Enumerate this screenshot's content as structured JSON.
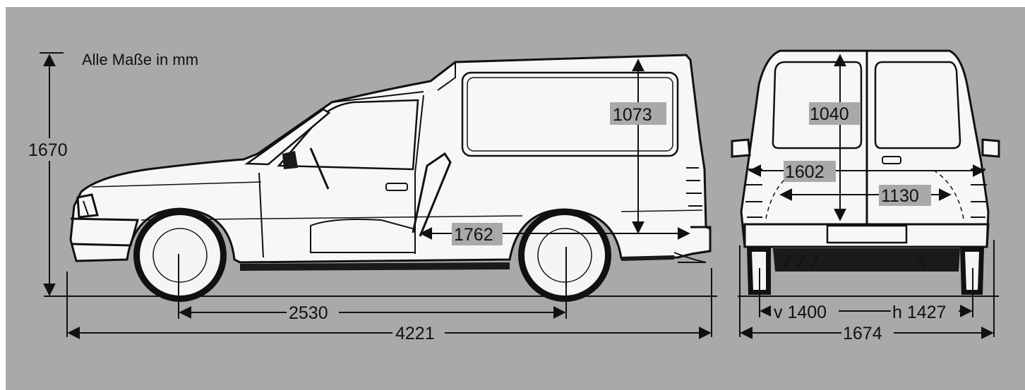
{
  "note": "Alle Maße in mm",
  "side_view": {
    "height_total": "1670",
    "interior_height": "1073",
    "cargo_length": "1762",
    "wheelbase": "2530",
    "length_total": "4221"
  },
  "rear_view": {
    "interior_height": "1040",
    "interior_width": "1602",
    "between_wheel_arches": "1130",
    "track_front": "v 1400",
    "track_rear": "h 1427",
    "width_total": "1674"
  },
  "colors": {
    "background": "#a9a9a9",
    "vehicle": "#f7f7f7",
    "ink": "#111111"
  }
}
